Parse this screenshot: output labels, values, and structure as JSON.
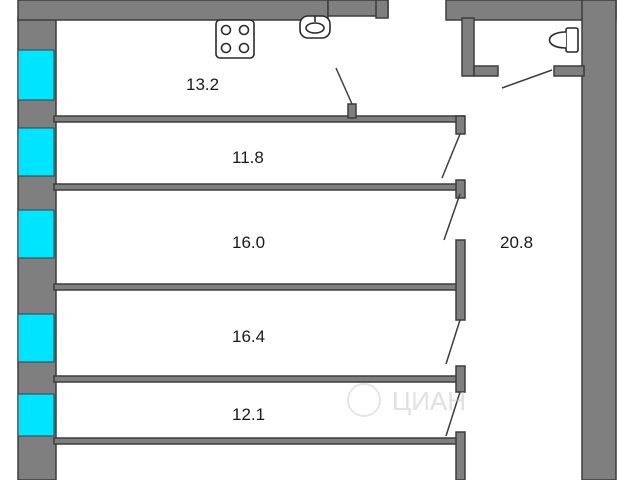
{
  "floorplan": {
    "colors": {
      "wall_fill": "#7f7f7f",
      "wall_stroke": "#3d3d3d",
      "window": "#00e5ff",
      "background": "#ffffff"
    },
    "rooms": [
      {
        "id": "kitchen",
        "area": "13.2"
      },
      {
        "id": "room-1",
        "area": "11.8"
      },
      {
        "id": "room-2",
        "area": "16.0"
      },
      {
        "id": "room-3",
        "area": "16.4"
      },
      {
        "id": "room-4",
        "area": "12.1"
      },
      {
        "id": "hall",
        "area": "20.8"
      }
    ],
    "fixtures": [
      "stove-icon",
      "sink-icon",
      "toilet-icon"
    ],
    "watermark": "ЦИАН"
  }
}
